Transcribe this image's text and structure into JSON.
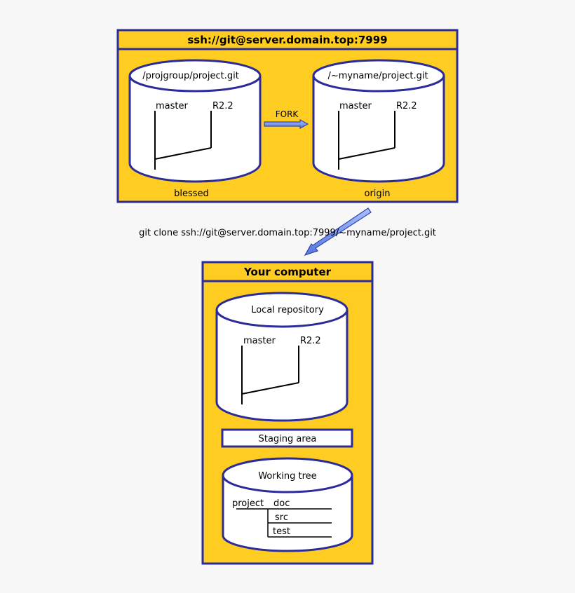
{
  "colors": {
    "box_fill": "#ffcc22",
    "border": "#2b2b9a",
    "cylinder_fill": "#ffffff",
    "arrow_fill": "#7799ee",
    "arrow_stroke": "#3344aa",
    "background": "#f7f7f7"
  },
  "server": {
    "title": "ssh://git@server.domain.top:7999",
    "repo_blessed": {
      "path": "/projgroup/project.git",
      "branch_master": "master",
      "branch_release": "R2.2",
      "caption": "blessed"
    },
    "fork_label": "FORK",
    "repo_origin": {
      "path": "/~myname/project.git",
      "branch_master": "master",
      "branch_release": "R2.2",
      "caption": "origin"
    }
  },
  "clone_command": "git clone ssh://git@server.domain.top:7999/~myname/project.git",
  "computer": {
    "title": "Your computer",
    "local_repo": {
      "title": "Local repository",
      "branch_master": "master",
      "branch_release": "R2.2"
    },
    "staging_area": "Staging area",
    "working_tree": {
      "title": "Working tree",
      "project": "project",
      "dirs": [
        "doc",
        "src",
        "test"
      ]
    }
  }
}
